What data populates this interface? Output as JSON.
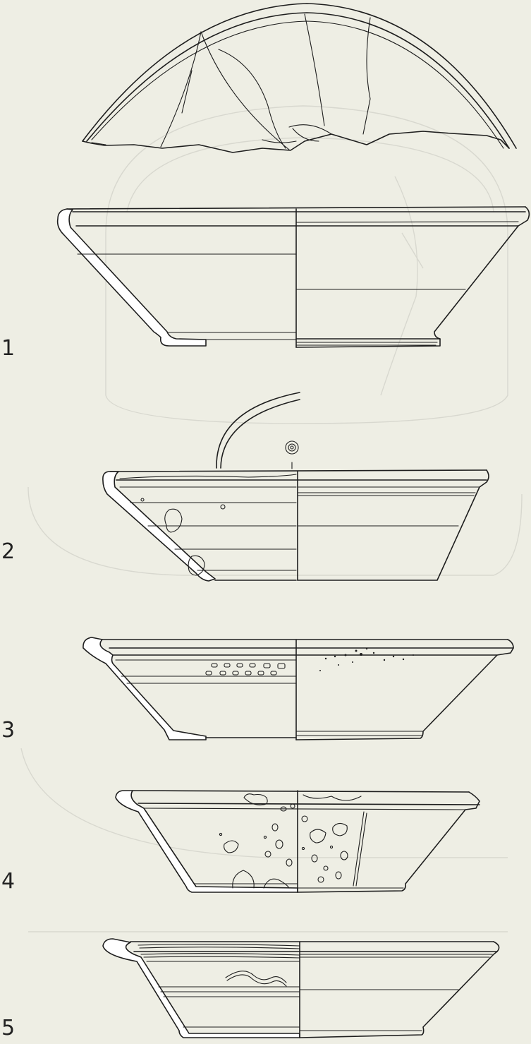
{
  "figure": {
    "labels": [
      "1",
      "2",
      "3",
      "4",
      "5"
    ]
  },
  "colors": {
    "background": "#eeeee4",
    "ink": "#1e1e1e",
    "ghost_linework": "#d8d8cf"
  }
}
